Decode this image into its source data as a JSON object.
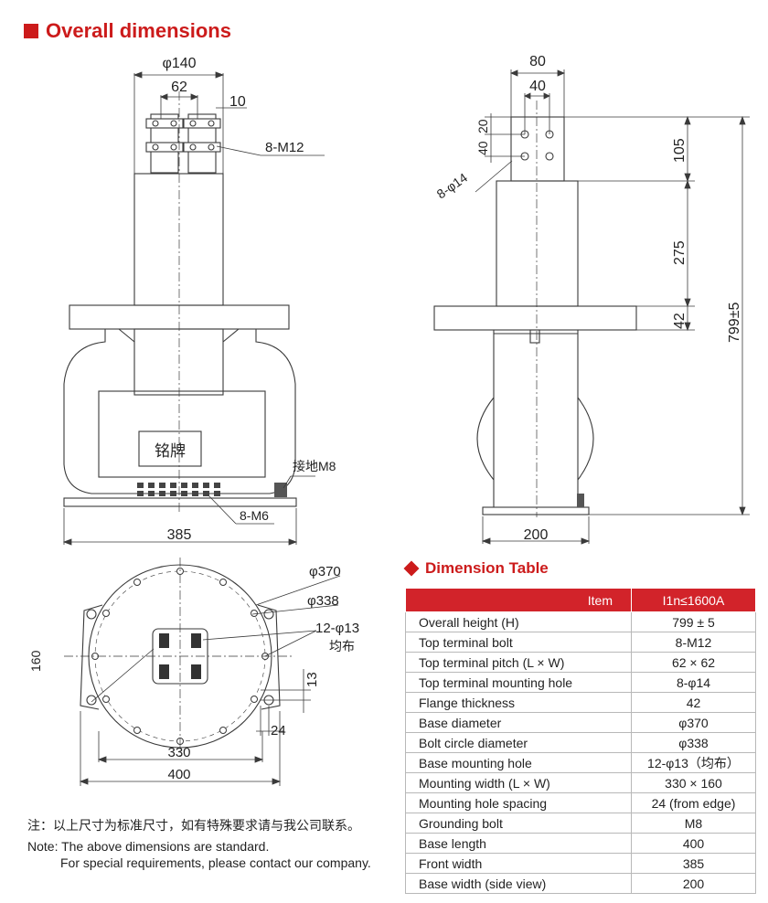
{
  "section_title": "Overall dimensions",
  "front_view": {
    "dim_top_width": "φ140",
    "dim_terminal_pitch": "62",
    "dim_terminal_gap": "10",
    "top_bolt_label": "8-M12",
    "nameplate": "铭牌",
    "ground_label": "接地M8",
    "bottom_bolt_label": "8-M6",
    "dim_front_width": "385"
  },
  "side_view": {
    "dim_top_width": "80",
    "dim_top_half": "40",
    "dim_hole_v1": "20",
    "dim_hole_v2": "40",
    "hole_label": "8-φ14",
    "dim_terminal_height": "105",
    "dim_body_height": "275",
    "dim_flange": "42",
    "dim_overall": "799±5",
    "dim_base_width": "200"
  },
  "plan_view": {
    "dim_base_diameter": "φ370",
    "dim_bolt_circle": "φ338",
    "hole_label": "12-φ13",
    "hole_note": "均布",
    "dim_side": "160",
    "dim_slot": "13",
    "dim_edge": "24",
    "dim_mount": "330",
    "dim_length": "400"
  },
  "notes": {
    "cn": "注：以上尺寸为标准尺寸，如有特殊要求请与我公司联系。",
    "en1": "Note: The above dimensions are standard.",
    "en2": "For special requirements, please contact our company."
  },
  "dimension_table": {
    "title": "Dimension Table",
    "header_item": "Item",
    "header_value": "I1n≤1600A",
    "rows": [
      {
        "item": "Overall height (H)",
        "value": "799 ± 5"
      },
      {
        "item": "Top terminal bolt",
        "value": "8-M12"
      },
      {
        "item": "Top terminal pitch (L × W)",
        "value": "62 × 62"
      },
      {
        "item": "Top terminal mounting hole",
        "value": "8-φ14"
      },
      {
        "item": "Flange thickness",
        "value": "42"
      },
      {
        "item": "Base diameter",
        "value": "φ370"
      },
      {
        "item": "Bolt circle diameter",
        "value": "φ338"
      },
      {
        "item": "Base mounting hole",
        "value": "12-φ13（均布）"
      },
      {
        "item": "Mounting width (L × W)",
        "value": "330 × 160"
      },
      {
        "item": "Mounting hole spacing",
        "value": "24 (from edge)"
      },
      {
        "item": "Grounding bolt",
        "value": "M8"
      },
      {
        "item": "Base length",
        "value": "400"
      },
      {
        "item": "Front width",
        "value": "385"
      },
      {
        "item": "Base width (side view)",
        "value": "200"
      }
    ]
  }
}
